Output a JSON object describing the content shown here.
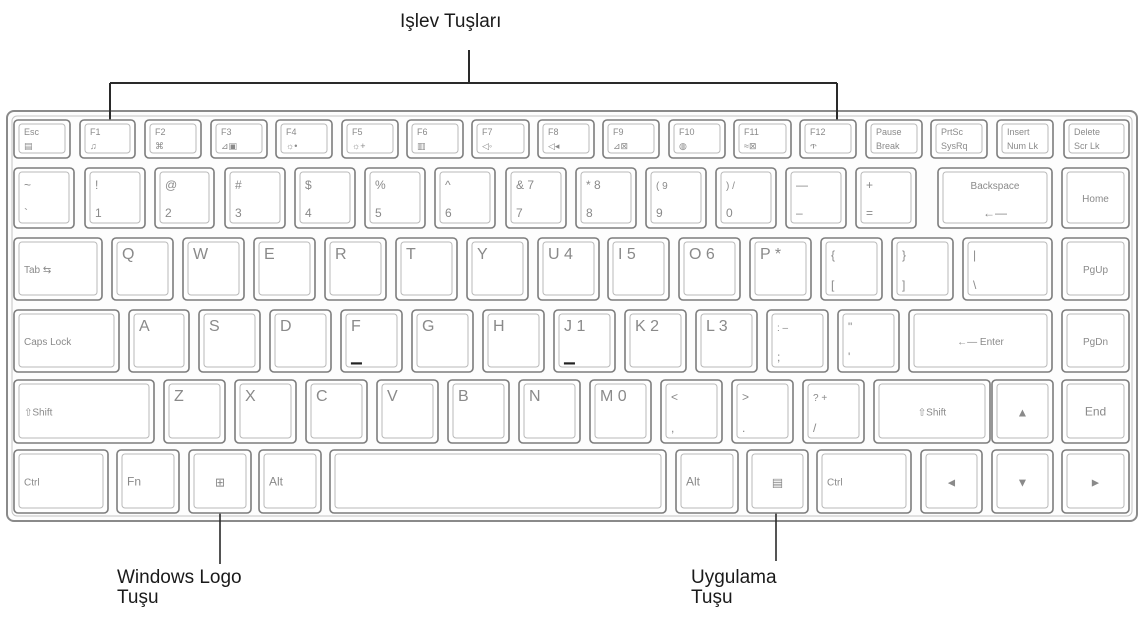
{
  "callouts": {
    "function_keys": "Işlev Tuşları",
    "windows_logo_line1": "Windows Logo",
    "windows_logo_line2": "Tuşu",
    "application_line1": "Uygulama",
    "application_line2": "Tuşu"
  },
  "keyboard": {
    "rows": [
      [
        {
          "id": "esc",
          "top": "Esc",
          "bottom": "▤"
        },
        {
          "id": "f1",
          "top": "F1",
          "bottom": "♫"
        },
        {
          "id": "f2",
          "top": "F2",
          "bottom": "⌘"
        },
        {
          "id": "f3",
          "top": "F3",
          "bottom": "⊿▣"
        },
        {
          "id": "f4",
          "top": "F4",
          "bottom": "☼•"
        },
        {
          "id": "f5",
          "top": "F5",
          "bottom": "☼+"
        },
        {
          "id": "f6",
          "top": "F6",
          "bottom": "▥"
        },
        {
          "id": "f7",
          "top": "F7",
          "bottom": "◁◦"
        },
        {
          "id": "f8",
          "top": "F8",
          "bottom": "◁◂"
        },
        {
          "id": "f9",
          "top": "F9",
          "bottom": "⊿⊠"
        },
        {
          "id": "f10",
          "top": "F10",
          "bottom": "◍"
        },
        {
          "id": "f11",
          "top": "F11",
          "bottom": "≈⊠"
        },
        {
          "id": "f12",
          "top": "F12",
          "bottom": "ጥ"
        },
        {
          "id": "pause",
          "top": "Pause",
          "bottom": "Break"
        },
        {
          "id": "prtsc",
          "top": "PrtSc",
          "bottom": "SysRq"
        },
        {
          "id": "insert",
          "top": "Insert",
          "bottom": "Num Lk"
        },
        {
          "id": "delete",
          "top": "Delete",
          "bottom": "Scr Lk"
        }
      ],
      [
        {
          "id": "grave",
          "top": "~",
          "bottom": "`"
        },
        {
          "id": "1",
          "top": "!",
          "bottom": "1"
        },
        {
          "id": "2",
          "top": "@",
          "bottom": "2"
        },
        {
          "id": "3",
          "top": "#",
          "bottom": "3"
        },
        {
          "id": "4",
          "top": "$",
          "bottom": "4"
        },
        {
          "id": "5",
          "top": "%",
          "bottom": "5"
        },
        {
          "id": "6",
          "top": "^",
          "bottom": "6"
        },
        {
          "id": "7",
          "top": "& 7",
          "bottom": "7"
        },
        {
          "id": "8",
          "top": "* 8",
          "bottom": "8"
        },
        {
          "id": "9",
          "top": "(  9",
          "bottom": "9"
        },
        {
          "id": "0",
          "top": ")  /",
          "bottom": "0"
        },
        {
          "id": "minus",
          "top": "—",
          "bottom": "–"
        },
        {
          "id": "equal",
          "top": "+",
          "bottom": "="
        },
        {
          "id": "backspace",
          "top": "Backspace",
          "bottom": "←—"
        },
        {
          "id": "home",
          "top": "Home",
          "bottom": ""
        }
      ],
      [
        {
          "id": "tab",
          "top": "Tab ⇆",
          "bottom": ""
        },
        {
          "id": "q",
          "top": "Q",
          "bottom": ""
        },
        {
          "id": "w",
          "top": "W",
          "bottom": ""
        },
        {
          "id": "e",
          "top": "E",
          "bottom": ""
        },
        {
          "id": "r",
          "top": "R",
          "bottom": ""
        },
        {
          "id": "t",
          "top": "T",
          "bottom": ""
        },
        {
          "id": "y",
          "top": "Y",
          "bottom": ""
        },
        {
          "id": "u",
          "top": "U  4",
          "bottom": ""
        },
        {
          "id": "i",
          "top": "I  5",
          "bottom": ""
        },
        {
          "id": "o",
          "top": "O  6",
          "bottom": ""
        },
        {
          "id": "p",
          "top": "P  *",
          "bottom": ""
        },
        {
          "id": "lbracket",
          "top": "{",
          "bottom": "["
        },
        {
          "id": "rbracket",
          "top": "}",
          "bottom": "]"
        },
        {
          "id": "backslash",
          "top": "|",
          "bottom": "\\"
        },
        {
          "id": "pgup",
          "top": "PgUp",
          "bottom": ""
        }
      ],
      [
        {
          "id": "caps",
          "top": "Caps Lock",
          "bottom": ""
        },
        {
          "id": "a",
          "top": "A",
          "bottom": ""
        },
        {
          "id": "s",
          "top": "S",
          "bottom": ""
        },
        {
          "id": "d",
          "top": "D",
          "bottom": ""
        },
        {
          "id": "f",
          "top": "F",
          "bottom": "▁"
        },
        {
          "id": "g",
          "top": "G",
          "bottom": ""
        },
        {
          "id": "h",
          "top": "H",
          "bottom": ""
        },
        {
          "id": "j",
          "top": "J  1",
          "bottom": "▁"
        },
        {
          "id": "k",
          "top": "K  2",
          "bottom": ""
        },
        {
          "id": "l",
          "top": "L  3",
          "bottom": ""
        },
        {
          "id": "semicolon",
          "top": ":  –",
          "bottom": ";"
        },
        {
          "id": "quote",
          "top": "\"",
          "bottom": "'"
        },
        {
          "id": "enter",
          "top": "←— Enter",
          "bottom": ""
        },
        {
          "id": "pgdn",
          "top": "PgDn",
          "bottom": ""
        }
      ],
      [
        {
          "id": "lshift",
          "top": "⇧Shift",
          "bottom": ""
        },
        {
          "id": "z",
          "top": "Z",
          "bottom": ""
        },
        {
          "id": "x",
          "top": "X",
          "bottom": ""
        },
        {
          "id": "c",
          "top": "C",
          "bottom": ""
        },
        {
          "id": "v",
          "top": "V",
          "bottom": ""
        },
        {
          "id": "b",
          "top": "B",
          "bottom": ""
        },
        {
          "id": "n",
          "top": "N",
          "bottom": ""
        },
        {
          "id": "m",
          "top": "M  0",
          "bottom": ""
        },
        {
          "id": "comma",
          "top": "<",
          "bottom": ","
        },
        {
          "id": "period",
          "top": ">",
          "bottom": "."
        },
        {
          "id": "slash",
          "top": "?  +",
          "bottom": "/"
        },
        {
          "id": "rshift",
          "top": "⇧Shift",
          "bottom": ""
        },
        {
          "id": "up",
          "top": "▲",
          "bottom": ""
        },
        {
          "id": "end",
          "top": "End",
          "bottom": ""
        }
      ],
      [
        {
          "id": "lctrl",
          "top": "Ctrl",
          "bottom": ""
        },
        {
          "id": "fn",
          "top": "Fn",
          "bottom": ""
        },
        {
          "id": "win",
          "top": "⊞",
          "bottom": ""
        },
        {
          "id": "lalt",
          "top": "Alt",
          "bottom": ""
        },
        {
          "id": "space",
          "top": "",
          "bottom": ""
        },
        {
          "id": "ralt",
          "top": "Alt",
          "bottom": ""
        },
        {
          "id": "menu",
          "top": "▤",
          "bottom": ""
        },
        {
          "id": "rctrl",
          "top": "Ctrl",
          "bottom": ""
        },
        {
          "id": "left",
          "top": "◄",
          "bottom": ""
        },
        {
          "id": "down",
          "top": "▼",
          "bottom": ""
        },
        {
          "id": "right",
          "top": "►",
          "bottom": ""
        }
      ]
    ]
  }
}
